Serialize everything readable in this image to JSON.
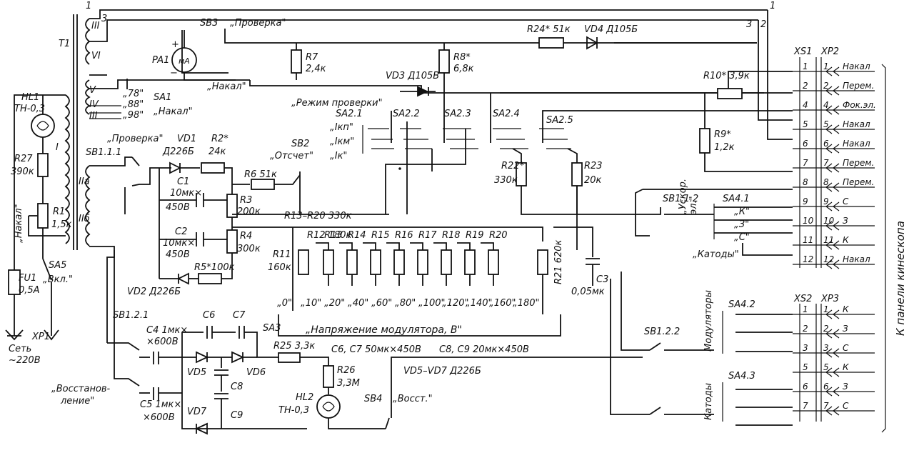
{
  "transformer": {
    "name": "T1",
    "windings": [
      "I",
      "IIа",
      "IIб",
      "III",
      "IV",
      "V",
      "VI",
      "III"
    ],
    "tap_labels": [
      "1",
      "2",
      "3"
    ]
  },
  "power": {
    "lamp": "HL1",
    "lamp_type": "ТН-0,3",
    "r27": "R27",
    "r27_val": "390к",
    "r1": "R1",
    "r1_val": "1,5к",
    "fuse": "FU1",
    "fuse_val": "0,5А",
    "switch": "SA5",
    "switch_label": "„Вкл.\"",
    "plug": "XP1",
    "mains1": "Сеть",
    "mains2": "~220В",
    "nakal_vertical": "„Накал\""
  },
  "sa1": {
    "name": "SA1",
    "opts": [
      "„78\"",
      "„88\"",
      "„98\""
    ],
    "label": "„Накал\""
  },
  "meter": {
    "name": "PA1",
    "unit": "мА",
    "plus": "+",
    "minus": "−"
  },
  "sb3": {
    "name": "SB3",
    "label": "„Проверка\"",
    "nakal": "„Накал\""
  },
  "r7": {
    "name": "R7",
    "val": "2,4к"
  },
  "r8": {
    "name": "R8*",
    "val": "6,8к"
  },
  "vd3": {
    "name": "VD3 Д105В"
  },
  "r24": {
    "name": "R24* 51к"
  },
  "vd4": {
    "name": "VD4 Д105Б"
  },
  "r10": {
    "name": "R10* 3,9к"
  },
  "r9": {
    "name": "R9*",
    "val": "1,2к"
  },
  "sa2": {
    "mode": "„Режим проверки\"",
    "switches": [
      "SA2.1",
      "SA2.2",
      "SA2.3",
      "SA2.4",
      "SA2.5"
    ],
    "opts": [
      "„Iкп\"",
      "„Iкм\"",
      "„Iк\""
    ]
  },
  "sb1_1": {
    "name": "SB1.1.1",
    "label": "„Проверка\""
  },
  "vd1": {
    "name": "VD1",
    "type": "Д226Б"
  },
  "r2": {
    "name": "R2*",
    "val": "24к"
  },
  "c1": {
    "name": "C1",
    "v1": "10мк×",
    "v2": "450В"
  },
  "c2": {
    "name": "C2",
    "v1": "10мк×",
    "v2": "450В"
  },
  "r3": {
    "name": "R3",
    "val": "200к"
  },
  "r4": {
    "name": "R4",
    "val": "300к"
  },
  "r5": {
    "name": "R5*100к"
  },
  "vd2": {
    "name": "VD2 Д226Б"
  },
  "sb2": {
    "name": "SB2",
    "label": "„Отсчет\""
  },
  "r6": {
    "name": "R6 51к"
  },
  "r22": {
    "name": "R22*",
    "val": "330к"
  },
  "r23": {
    "name": "R23",
    "val": "20к"
  },
  "r13_20": {
    "label": "R13–R20 330к"
  },
  "r11": {
    "name": "R11",
    "val": "160к"
  },
  "r12": {
    "name": "R12 180к"
  },
  "ladder": [
    "R13",
    "R14",
    "R15",
    "R16",
    "R17",
    "R18",
    "R19",
    "R20"
  ],
  "r21": {
    "name": "R21 620к"
  },
  "c3": {
    "name": "C3",
    "val": "0,05мк"
  },
  "sa3": {
    "name": "SA3",
    "steps": [
      "„0\"",
      "„10\"",
      "„20\"",
      "„40\"",
      "„60\"",
      "„80\"",
      "„100\"",
      "„120\"",
      "„140\"",
      "„160\"",
      "„180\""
    ],
    "caption": "„Напряжение модулятора, В\""
  },
  "sb1_2_1": {
    "name": "SB1.2.1"
  },
  "c4": {
    "name": "C4 1мк×",
    "v": "×600В"
  },
  "c5": {
    "name": "C5 1мк×",
    "v": "×600В"
  },
  "c6": {
    "name": "C6"
  },
  "c7": {
    "name": "C7"
  },
  "c8": {
    "name": "C8"
  },
  "c9": {
    "name": "C9"
  },
  "vd5": {
    "name": "VD5"
  },
  "vd6": {
    "name": "VD6"
  },
  "vd7": {
    "name": "VD7"
  },
  "r25": {
    "name": "R25 3,3к"
  },
  "r26": {
    "name": "R26",
    "val": "3,3М"
  },
  "hl2": {
    "name": "HL2",
    "type": "ТН-0,3"
  },
  "sb4": {
    "name": "SB4",
    "label": "„Восст.\""
  },
  "restore": {
    "l1": "„Восстанов-",
    "l2": "ление\""
  },
  "notes": {
    "c67": "C6, C7 50мк×450В",
    "c89": "C8, C9 20мк×450В",
    "vd57": "VD5–VD7 Д226Б"
  },
  "sb1_1_2": {
    "name": "SB1.1.2",
    "l1": "„Ускор.",
    "l2": "эл.\""
  },
  "sa4_1": {
    "name": "SA4.1",
    "opts": [
      "„К\"",
      "„З\"",
      "„С\""
    ],
    "label": "„Катоды\""
  },
  "sb1_2_2": {
    "name": "SB1.2.2"
  },
  "sa4_2": {
    "name": "SA4.2",
    "label": "Модуляторы"
  },
  "sa4_3": {
    "name": "SA4.3",
    "label": "Катоды"
  },
  "xs1": {
    "name": "XS1",
    "plug": "XP2",
    "pins": [
      {
        "n": "1",
        "l": "Накал"
      },
      {
        "n": "2",
        "l": "Перем."
      },
      {
        "n": "4",
        "l": "Фок.эл."
      },
      {
        "n": "5",
        "l": "Накал"
      },
      {
        "n": "6",
        "l": "Накал"
      },
      {
        "n": "7",
        "l": "Перем."
      },
      {
        "n": "8",
        "l": "Перем."
      },
      {
        "n": "9",
        "l": "С"
      },
      {
        "n": "10",
        "l": "З"
      },
      {
        "n": "11",
        "l": "К"
      },
      {
        "n": "12",
        "l": "Накал"
      }
    ]
  },
  "xs2": {
    "name": "XS2",
    "plug": "XP3",
    "pins": [
      {
        "n": "1",
        "l": "К"
      },
      {
        "n": "2",
        "l": "З"
      },
      {
        "n": "3",
        "l": "С"
      },
      {
        "n": "5",
        "l": "К"
      },
      {
        "n": "6",
        "l": "З"
      },
      {
        "n": "7",
        "l": "С"
      }
    ]
  },
  "side": "К панели кинескопа"
}
